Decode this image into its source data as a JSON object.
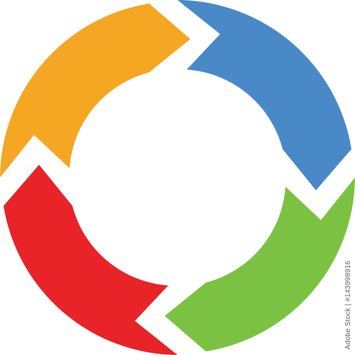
{
  "graphic": {
    "name": "four-arrow-cycle",
    "arrows": [
      {
        "name": "orange-arrow",
        "color": "#F5A623",
        "quadrant": "top-left"
      },
      {
        "name": "blue-arrow",
        "color": "#4A89C8",
        "quadrant": "top-right"
      },
      {
        "name": "green-arrow",
        "color": "#7CC242",
        "quadrant": "bottom-right"
      },
      {
        "name": "red-arrow",
        "color": "#E82428",
        "quadrant": "bottom-left"
      }
    ]
  },
  "watermark": {
    "side_text": "Adobe Stock | #143998916"
  }
}
